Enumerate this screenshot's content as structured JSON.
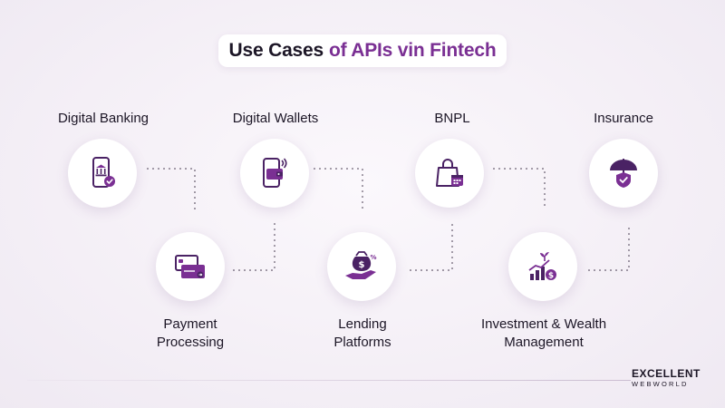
{
  "title": {
    "part1": "Use Cases",
    "part2": "of APIs vin Fintech"
  },
  "use_cases": [
    {
      "label": "Digital Banking",
      "icon": "bank-phone-icon"
    },
    {
      "label": "Payment Processing",
      "icon": "payment-card-icon"
    },
    {
      "label": "Digital Wallets",
      "icon": "wallet-phone-icon"
    },
    {
      "label": "Lending Platforms",
      "icon": "money-bag-hand-icon"
    },
    {
      "label": "BNPL",
      "icon": "shopping-bag-calendar-icon"
    },
    {
      "label": "Investment & Wealth Management",
      "icon": "growth-chart-icon"
    },
    {
      "label": "Insurance",
      "icon": "umbrella-shield-icon"
    }
  ],
  "labels_multiline": {
    "payment": [
      "Payment",
      "Processing"
    ],
    "lending": [
      "Lending",
      "Platforms"
    ],
    "investment": [
      "Investment & Wealth",
      "Management"
    ]
  },
  "brand": {
    "line1": "EXCELLENT",
    "line2": "WEBWORLD"
  },
  "colors": {
    "accent": "#7a2f93",
    "icon_dark": "#4a2264",
    "text": "#1c1626"
  }
}
